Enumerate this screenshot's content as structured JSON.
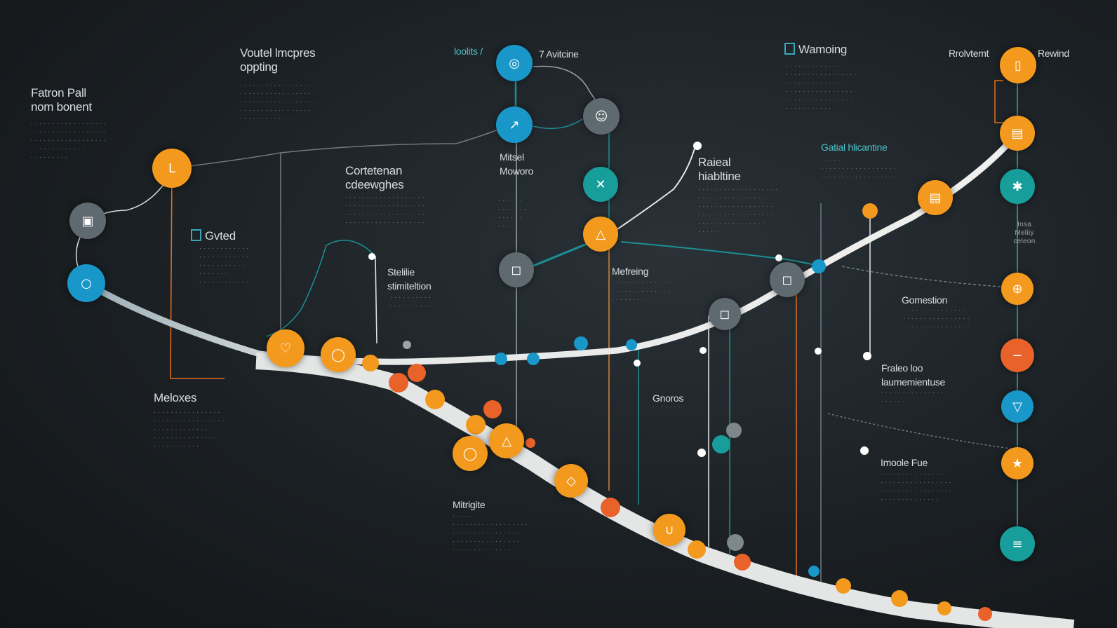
{
  "palette": {
    "background": "#1b2024",
    "orange": "#f39a1e",
    "orange_red": "#e8622a",
    "blue": "#1a97c9",
    "teal": "#179e9a",
    "grey": "#5f6a70",
    "track": "#e4e6e6",
    "line_teal": "#1c8f96",
    "line_orange": "#e2701f"
  },
  "labels": {
    "top_left": "Fatron Pall\nnom bonent",
    "vouttel": "Voutel lmcpres\noppting",
    "loolits": "loolits /",
    "aviteine": "7 Avitcine",
    "wamoing": "Wamoing",
    "rrolvtemt": "Rrolvtemt",
    "rewind": "Rewind",
    "cortetenan": "Cortetenan\ncdeewghes",
    "mitsel": "Mitsel\nMoworo",
    "raieal": "Raieal\nhiabltine",
    "gatial": "Gatial hlicantine",
    "gvted": "Gvted",
    "stelilie": "Stelilie\nstimiteltion",
    "mefreing": "Mefreing",
    "gomestion": "Gomestion",
    "meloxes": "Meloxes",
    "gnoros": "Gnoros",
    "fraleolo": "Fraleo loo\nlaumemientuse",
    "imoole": "Imoole Fue",
    "mitrigite": "Mitrigite",
    "insa": "Insa\nMeliiy\nceleon"
  },
  "icons": {
    "node_orange_start": "letter-l-icon",
    "node_grey_start": "cube-icon",
    "node_blue_start": "circle-icon",
    "node_blue_top": "target-icon",
    "node_blue_second": "arrow-icon",
    "node_grey_branch": "people-icon",
    "node_teal_mid": "cross-icon",
    "node_orange_mid": "triangle-icon",
    "node_grey_mid": "box-icon",
    "node_orange_right_top": "document-icon",
    "node_orange_right_2": "chart-icon",
    "node_teal_right_3": "network-icon",
    "node_orange_right_4": "code-icon",
    "node_orange_right_5": "minus-icon",
    "node_blue_right_6": "filter-icon",
    "node_orange_right_7": "star-icon",
    "node_teal_right_8": "text-icon",
    "node_orange_path_a": "heart-icon",
    "node_orange_path_b": "chat-icon",
    "node_orange_path_c": "chat-icon",
    "node_orange_path_d": "triangle-icon",
    "node_orange_path_e": "drop-icon",
    "node_orange_path_f": "cup-icon",
    "node_orange_path_g": "chart-icon"
  }
}
